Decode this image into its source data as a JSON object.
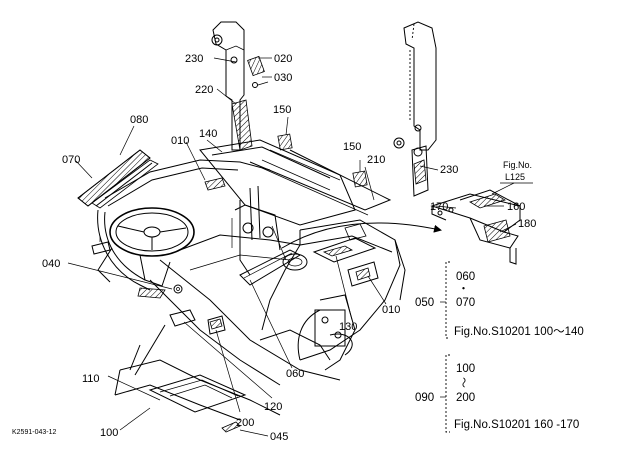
{
  "callouts": {
    "c020": "020",
    "c030": "030",
    "c230a": "230",
    "c220": "220",
    "c150a": "150",
    "c080": "080",
    "c010a": "010",
    "c140": "140",
    "c150b": "150",
    "c210": "210",
    "c230b": "230",
    "c070": "070",
    "c170": "170",
    "c160": "160",
    "c180": "180",
    "c040": "040",
    "c010b": "010",
    "c130": "130",
    "c060": "060",
    "c110": "110",
    "c120": "120",
    "c200": "200",
    "c100": "100",
    "c045": "045"
  },
  "fig_ref": {
    "line1": "Fig.No.",
    "line2": "L125"
  },
  "group_050": {
    "group_label": "050",
    "items": [
      "060",
      "070"
    ],
    "dot": "・",
    "ref": "Fig.No.S10201  100～140"
  },
  "group_090": {
    "group_label": "090",
    "from": "100",
    "tilde": "～",
    "to": "200",
    "ref": "Fig.No.S10201  160 -170"
  },
  "drawing_code": "K2591-043-12"
}
